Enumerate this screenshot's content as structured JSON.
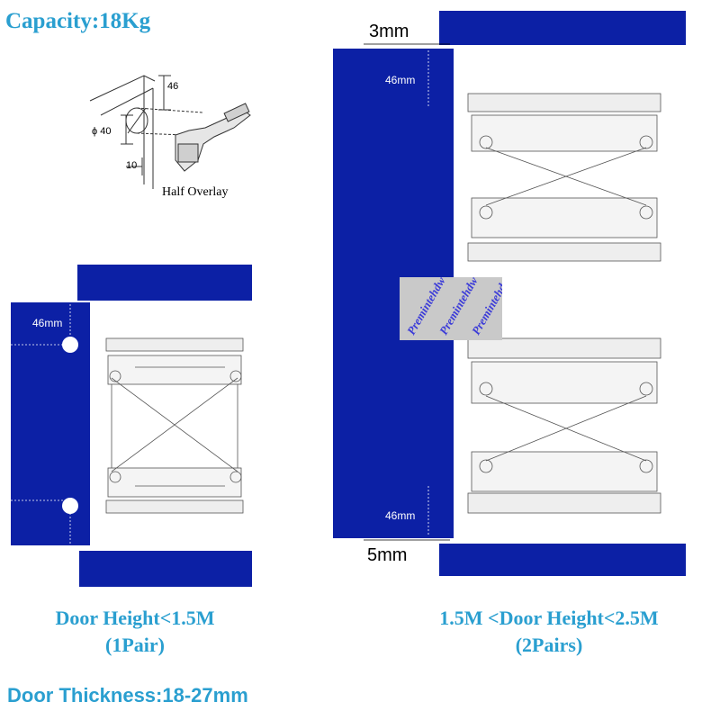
{
  "header": {
    "capacity": "Capacity:18Kg"
  },
  "hinge_figure": {
    "dim_top": "46",
    "dim_diameter": "ϕ 40",
    "dim_offset": "10",
    "caption": "Half Overlay"
  },
  "left_figure": {
    "dim_label": "46mm",
    "title": "Door Height<1.5M",
    "subtitle": "(1Pair)"
  },
  "right_figure": {
    "gap_top": "3mm",
    "gap_bottom": "5mm",
    "dim_top": "46mm",
    "dim_bottom": "46mm",
    "title": "1.5M <Door Height<2.5M",
    "subtitle": "(2Pairs)",
    "watermark": "Premintehdw"
  },
  "footer": {
    "thickness": "Door Thickness:18-27mm"
  },
  "colors": {
    "panel_blue": "#0c20a5",
    "text_teal": "#2a9fd0"
  }
}
